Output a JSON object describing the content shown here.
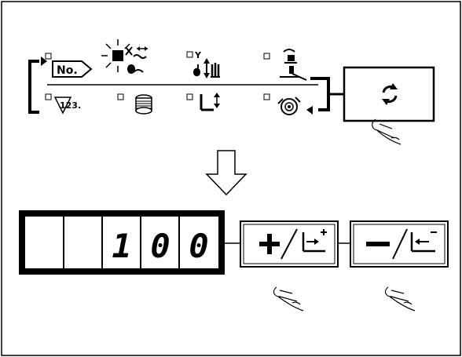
{
  "panel": {
    "mode_labels": {
      "number": "No.",
      "pattern_step": "123.",
      "y_mark": "Y"
    },
    "display": {
      "digits": [
        "",
        "",
        "1",
        "0",
        "0"
      ]
    },
    "buttons": {
      "cycle": {
        "icon": "cycle-icon"
      },
      "plus": {
        "icon": "plus-feed-forward-icon"
      },
      "minus": {
        "icon": "minus-feed-backward-icon"
      }
    },
    "arrow": {
      "icon": "down-arrow-icon"
    }
  }
}
